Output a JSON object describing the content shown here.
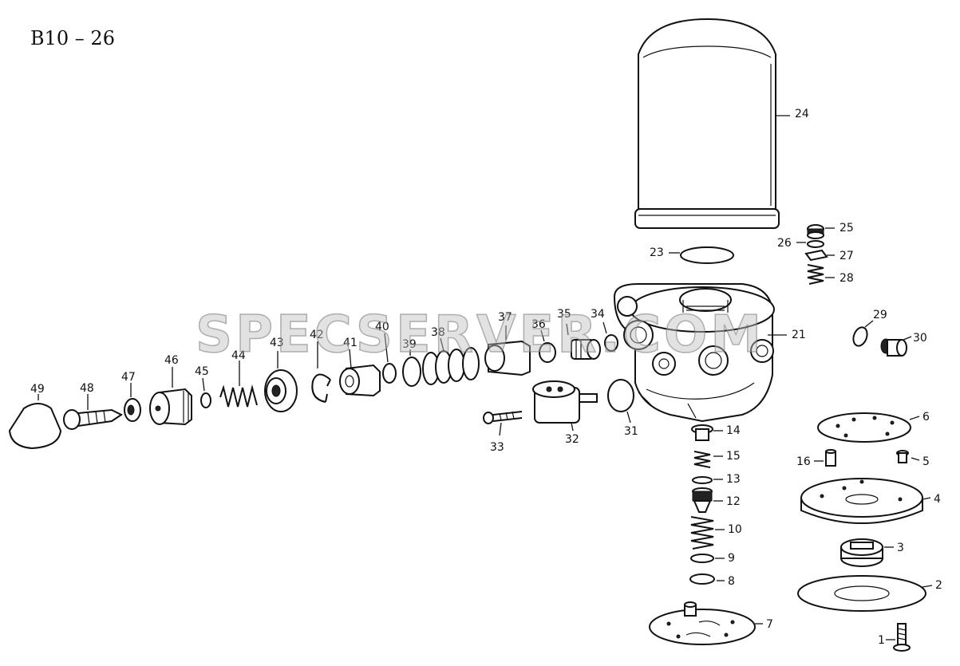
{
  "title": "B10 – 26",
  "watermark": "SPECSERVER.COM",
  "callouts": {
    "c1": "1",
    "c2": "2",
    "c3": "3",
    "c4": "4",
    "c5": "5",
    "c6": "6",
    "c7": "7",
    "c8": "8",
    "c9": "9",
    "c10": "10",
    "c12": "12",
    "c13": "13",
    "c14": "14",
    "c15": "15",
    "c16": "16",
    "c21": "21",
    "c23": "23",
    "c24": "24",
    "c25": "25",
    "c26": "26",
    "c27": "27",
    "c28": "28",
    "c29": "29",
    "c30": "30",
    "c31": "31",
    "c32": "32",
    "c33": "33",
    "c34": "34",
    "c35": "35",
    "c36": "36",
    "c37": "37",
    "c38": "38",
    "c39": "39",
    "c40": "40",
    "c41": "41",
    "c42": "42",
    "c43": "43",
    "c44": "44",
    "c45": "45",
    "c46": "46",
    "c47": "47",
    "c48": "48",
    "c49": "49"
  }
}
